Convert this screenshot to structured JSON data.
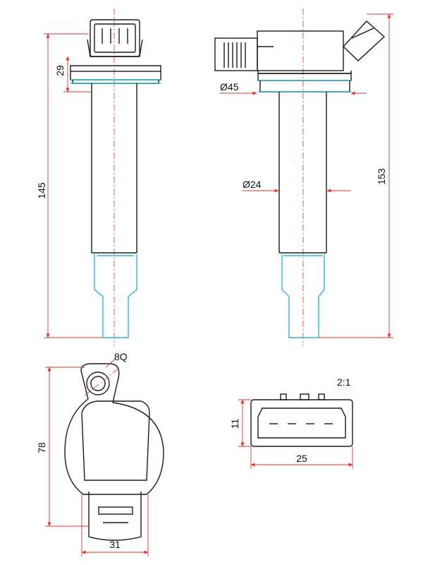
{
  "dimensions": {
    "height_overall_front": "145",
    "flange_height": "29",
    "flange_diameter": "Ø45",
    "body_diameter": "Ø24",
    "height_overall_side": "153",
    "hole_diameter": "8Q",
    "base_height": "78",
    "base_width": "31",
    "connector_height": "11",
    "connector_width": "25",
    "detail_scale": "2:1"
  },
  "colors": {
    "outline": "#1a1a1a",
    "dimension": "#e03030",
    "boot": "#2bb6d8"
  }
}
